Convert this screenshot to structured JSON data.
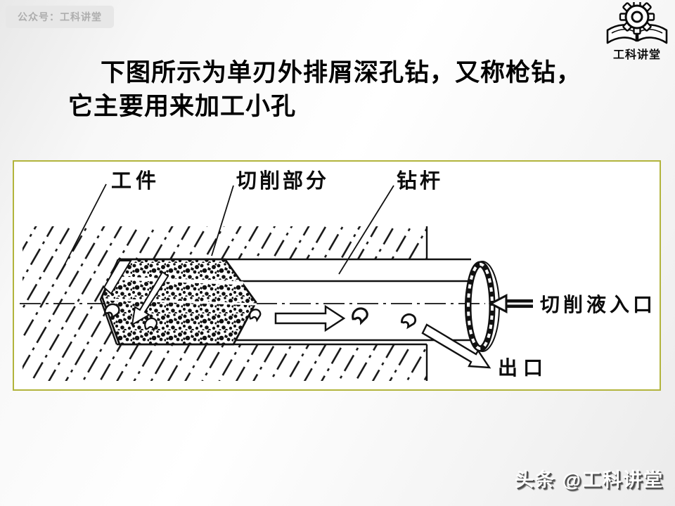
{
  "badge": {
    "label": "公众号：工科讲堂"
  },
  "logo": {
    "name": "工科讲堂"
  },
  "title": {
    "line1": "下图所示为单刃外排屑深孔钻，又称枪钻，",
    "line2": "它主要用来加工小孔"
  },
  "diagram": {
    "border_color": "#b2b43c",
    "labels": {
      "workpiece": "工件",
      "cutting_part": "切削部分",
      "drill_rod": "钻杆",
      "coolant_inlet": "切削液入口",
      "chip_outlet": "出口"
    }
  },
  "watermark": {
    "text": "头条 @工科讲堂"
  }
}
